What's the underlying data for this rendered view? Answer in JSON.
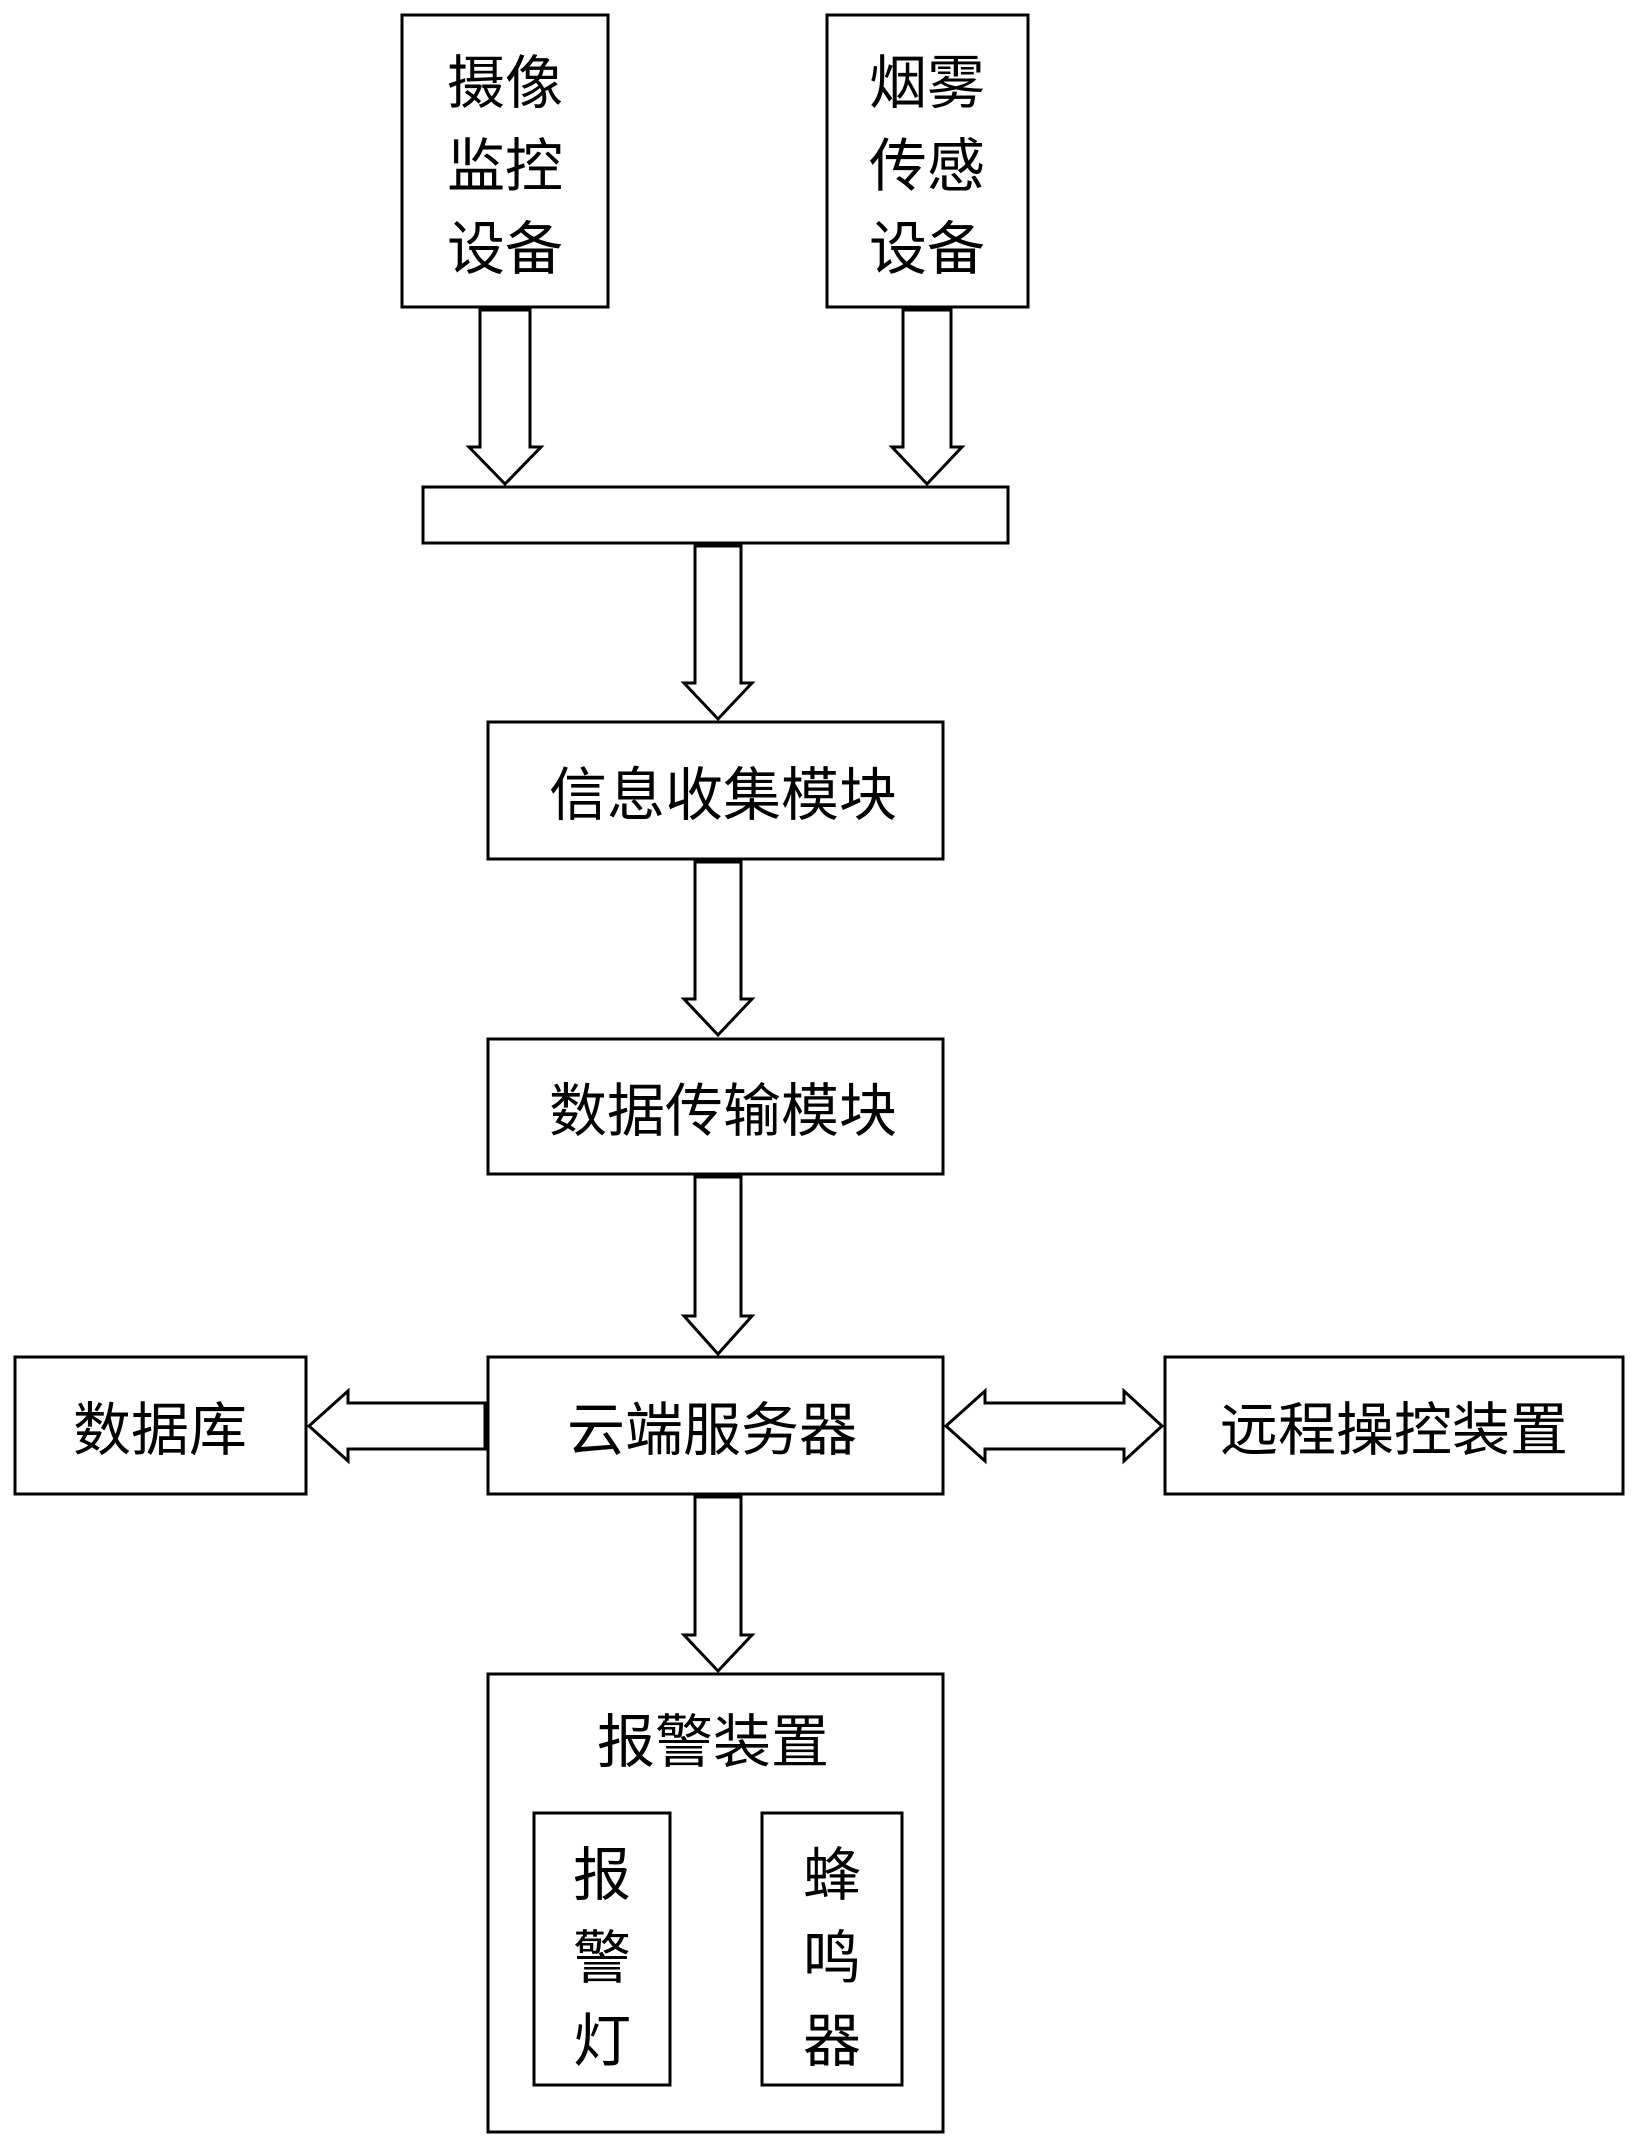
{
  "diagram": {
    "camera": [
      "摄像",
      "监控",
      "设备"
    ],
    "smoke": [
      "烟雾",
      "传感",
      "设备"
    ],
    "info_collect": "信息收集模块",
    "data_transfer": "数据传输模块",
    "cloud_server": "云端服务器",
    "database": "数据库",
    "remote_control": "远程操控装置",
    "alarm_device": "报警装置",
    "alarm_light": [
      "报",
      "警",
      "灯"
    ],
    "buzzer": [
      "蜂",
      "鸣",
      "器"
    ]
  },
  "colors": {
    "stroke": "#000000",
    "fill": "#ffffff"
  }
}
